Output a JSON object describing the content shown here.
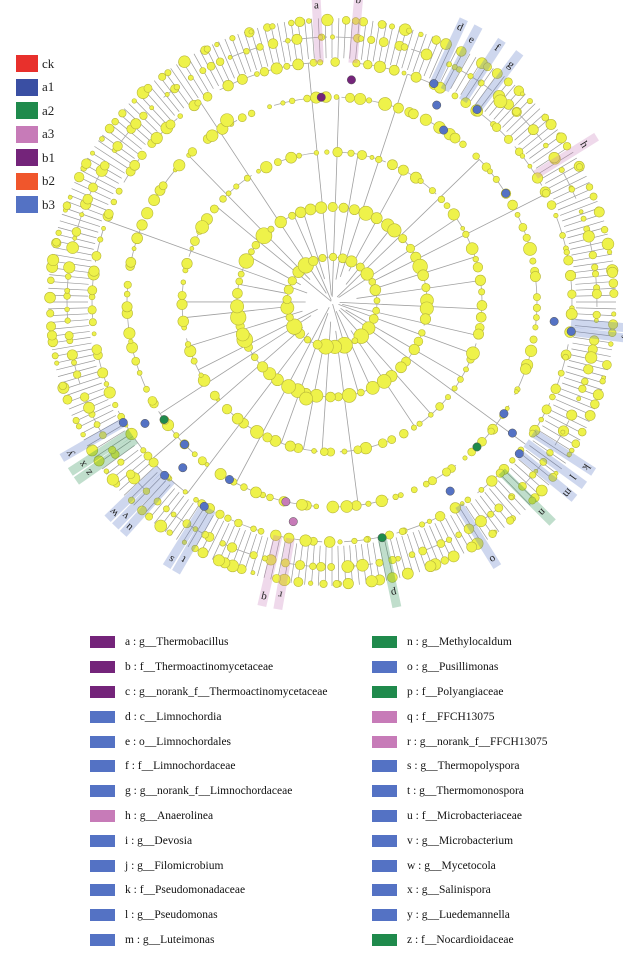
{
  "groups": [
    {
      "label": "ck",
      "color": "#e8302c"
    },
    {
      "label": "a1",
      "color": "#3a4fa3"
    },
    {
      "label": "a2",
      "color": "#1f8a4c"
    },
    {
      "label": "a3",
      "color": "#c77bb8"
    },
    {
      "label": "b1",
      "color": "#74247a"
    },
    {
      "label": "b2",
      "color": "#f0562c"
    },
    {
      "label": "b3",
      "color": "#5472c4"
    }
  ],
  "taxa_left": [
    {
      "label": "a : g__Thermobacillus",
      "color": "#74247a"
    },
    {
      "label": "b : f__Thermoactinomycetaceae",
      "color": "#74247a"
    },
    {
      "label": "c : g__norank_f__Thermoactinomycetaceae",
      "color": "#74247a"
    },
    {
      "label": "d : c__Limnochordia",
      "color": "#5472c4"
    },
    {
      "label": "e : o__Limnochordales",
      "color": "#5472c4"
    },
    {
      "label": "f : f__Limnochordaceae",
      "color": "#5472c4"
    },
    {
      "label": "g : g__norank_f__Limnochordaceae",
      "color": "#5472c4"
    },
    {
      "label": "h : g__Anaerolinea",
      "color": "#c77bb8"
    },
    {
      "label": "i : g__Devosia",
      "color": "#5472c4"
    },
    {
      "label": "j : g__Filomicrobium",
      "color": "#5472c4"
    },
    {
      "label": "k : f__Pseudomonadaceae",
      "color": "#5472c4"
    },
    {
      "label": "l : g__Pseudomonas",
      "color": "#5472c4"
    },
    {
      "label": "m : g__Luteimonas",
      "color": "#5472c4"
    }
  ],
  "taxa_right": [
    {
      "label": "n : g__Methylocaldum",
      "color": "#1f8a4c"
    },
    {
      "label": "o : g__Pusillimonas",
      "color": "#5472c4"
    },
    {
      "label": "p : f__Polyangiaceae",
      "color": "#1f8a4c"
    },
    {
      "label": "q : f__FFCH13075",
      "color": "#c77bb8"
    },
    {
      "label": "r : g__norank_f__FFCH13075",
      "color": "#c77bb8"
    },
    {
      "label": "s : g__Thermopolyspora",
      "color": "#5472c4"
    },
    {
      "label": "t : g__Thermomonospora",
      "color": "#5472c4"
    },
    {
      "label": "u : f__Microbacteriaceae",
      "color": "#5472c4"
    },
    {
      "label": "v : g__Microbacterium",
      "color": "#5472c4"
    },
    {
      "label": "w : g__Mycetocola",
      "color": "#5472c4"
    },
    {
      "label": "x : g__Salinispora",
      "color": "#5472c4"
    },
    {
      "label": "y : g__Luedemannella",
      "color": "#5472c4"
    },
    {
      "label": "z : f__Nocardioidaceae",
      "color": "#1f8a4c"
    }
  ],
  "markers": [
    {
      "letter": "a",
      "color": "#c77bb8",
      "node": "#74247a",
      "angle": -3
    },
    {
      "letter": "b",
      "color": "#c77bb8",
      "node": "#74247a",
      "angle": 5
    },
    {
      "letter": "g",
      "color": "#5472c4",
      "node": "#5472c4",
      "angle": 37
    },
    {
      "letter": "f",
      "color": "#5472c4",
      "node": "#5472c4",
      "angle": 33
    },
    {
      "letter": "e",
      "color": "#5472c4",
      "node": "#5472c4",
      "angle": 28
    },
    {
      "letter": "d",
      "color": "#5472c4",
      "node": "#5472c4",
      "angle": 25
    },
    {
      "letter": "h",
      "color": "#c77bb8",
      "node": "#5472c4",
      "angle": 58
    },
    {
      "letter": "i",
      "color": "#5472c4",
      "node": "#5472c4",
      "angle": 95
    },
    {
      "letter": "j",
      "color": "#5472c4",
      "node": "#5472c4",
      "angle": 97
    },
    {
      "letter": "k",
      "color": "#5472c4",
      "node": "#5472c4",
      "angle": 123
    },
    {
      "letter": "l",
      "color": "#5472c4",
      "node": "#5472c4",
      "angle": 126
    },
    {
      "letter": "m",
      "color": "#5472c4",
      "node": "#5472c4",
      "angle": 129
    },
    {
      "letter": "n",
      "color": "#1f8a4c",
      "node": "#1f8a4c",
      "angle": 135
    },
    {
      "letter": "o",
      "color": "#5472c4",
      "node": "#5472c4",
      "angle": 148
    },
    {
      "letter": "p",
      "color": "#1f8a4c",
      "node": "#1f8a4c",
      "angle": 168
    },
    {
      "letter": "q",
      "color": "#c77bb8",
      "node": "#c77bb8",
      "angle": 193
    },
    {
      "letter": "r",
      "color": "#c77bb8",
      "node": "#c77bb8",
      "angle": 190
    },
    {
      "letter": "s",
      "color": "#5472c4",
      "node": "#5472c4",
      "angle": 212
    },
    {
      "letter": "t",
      "color": "#5472c4",
      "node": "#5472c4",
      "angle": 210
    },
    {
      "letter": "u",
      "color": "#5472c4",
      "node": "#5472c4",
      "angle": 222
    },
    {
      "letter": "v",
      "color": "#5472c4",
      "node": "#5472c4",
      "angle": 224
    },
    {
      "letter": "w",
      "color": "#5472c4",
      "node": "#5472c4",
      "angle": 226
    },
    {
      "letter": "x",
      "color": "#1f8a4c",
      "node": "#5472c4",
      "angle": 237
    },
    {
      "letter": "y",
      "color": "#5472c4",
      "node": "#5472c4",
      "angle": 240
    },
    {
      "letter": "z",
      "color": "#1f8a4c",
      "node": "#1f8a4c",
      "angle": 235
    }
  ]
}
